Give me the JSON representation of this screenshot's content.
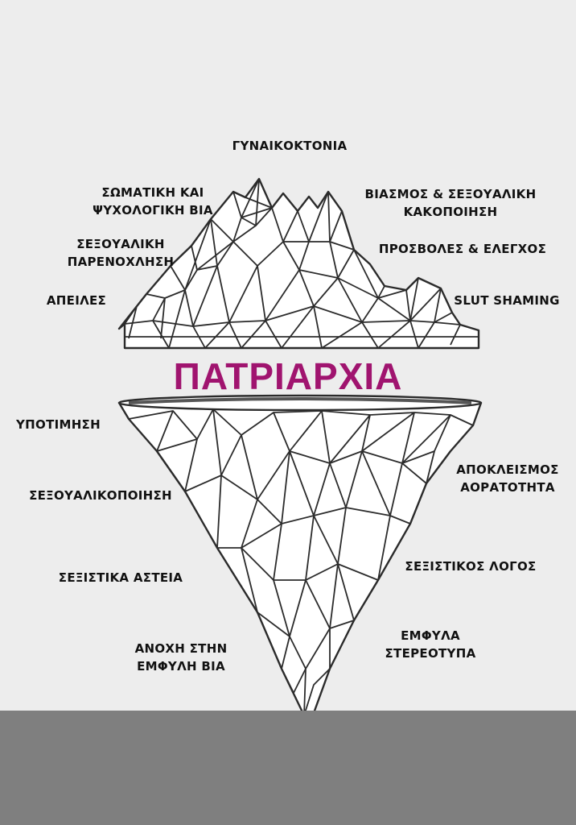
{
  "colors": {
    "background": "#ededed",
    "title": "#a0146f",
    "text": "#111111",
    "outline": "#2b2b2b",
    "iceberg_fill": "#ffffff",
    "water": "#7f7f7f"
  },
  "title": "ΠΑΤΡΙΑΡΧΙΑ",
  "visible_labels": {
    "peak": "ΓΥΝΑΙΚΟΚΤΟΝΙΑ",
    "left": [
      {
        "line1": "ΣΩΜΑΤΙΚΗ ΚΑΙ",
        "line2": "ΨΥΧΟΛΟΓΙΚΗ ΒΙΑ"
      },
      {
        "line1": "ΣΕΞΟΥΑΛΙΚΗ",
        "line2": "ΠΑΡΕΝΟΧΛΗΣΗ"
      },
      {
        "line1": "ΑΠΕΙΛΕΣ",
        "line2": ""
      }
    ],
    "right": [
      {
        "line1": "ΒΙΑΣΜΟΣ & ΣΕΞΟΥΑΛΙΚΗ",
        "line2": "ΚΑΚΟΠΟΙΗΣΗ"
      },
      {
        "line1": "ΠΡΟΣΒΟΛΕΣ & ΕΛΕΓΧΟΣ",
        "line2": ""
      },
      {
        "line1": "SLUT SHAMING",
        "line2": ""
      }
    ]
  },
  "hidden_labels": {
    "left": [
      {
        "line1": "ΥΠΟΤΙΜΗΣΗ",
        "line2": ""
      },
      {
        "line1": "ΣΕΞΟΥΑΛΙΚΟΠΟΙΗΣΗ",
        "line2": ""
      },
      {
        "line1": "ΣΕΞΙΣΤΙΚΑ ΑΣΤΕΙΑ",
        "line2": ""
      },
      {
        "line1": "ΑΝΟΧΗ ΣΤΗΝ",
        "line2": "ΕΜΦΥΛΗ ΒΙΑ"
      }
    ],
    "right": [
      {
        "line1": "ΑΠΟΚΛΕΙΣΜΟΣ",
        "line2": "ΑΟΡΑΤΟΤΗΤΑ"
      },
      {
        "line1": "ΣΕΞΙΣΤΙΚΟΣ ΛΟΓΟΣ",
        "line2": ""
      },
      {
        "line1": "ΕΜΦΥΛΑ",
        "line2": "ΣΤΕΡΕΟΤΥΠΑ"
      }
    ]
  },
  "icons": [
    "iceberg-tip-illustration",
    "iceberg-underwater-illustration"
  ]
}
